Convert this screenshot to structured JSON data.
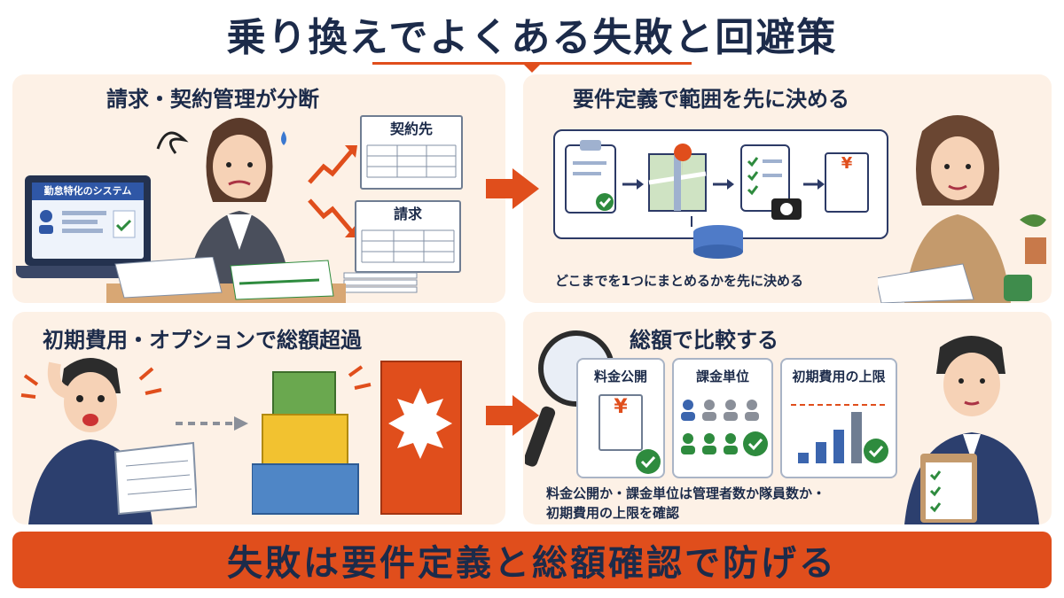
{
  "title": "乗り換えでよくある失敗と回避策",
  "top_left": {
    "heading": "請求・契約管理が分断",
    "laptop_label": "勤怠特化のシステム",
    "sheet_contract": "契約先",
    "sheet_invoice": "請求"
  },
  "top_right": {
    "heading": "要件定義で範囲を先に決める",
    "caption": "どこまでを1つにまとめるかを先に決める",
    "yen_symbol": "¥"
  },
  "bottom_left": {
    "heading": "初期費用・オプションで総額超過"
  },
  "bottom_right": {
    "heading": "総額で比較する",
    "cards": [
      {
        "title": "料金公開",
        "symbol": "¥"
      },
      {
        "title": "課金単位"
      },
      {
        "title": "初期費用の上限"
      }
    ],
    "caption_line1": "料金公開か・課金単位は管理者数か隊員数か・",
    "caption_line2": "初期費用の上限を確認"
  },
  "bottom_bar": "失敗は要件定義と総額確認で防げる",
  "colors": {
    "accent": "#e04e1c",
    "navy": "#1c2b4a",
    "panel": "#fdf1e6",
    "check": "#2e8b3e"
  }
}
